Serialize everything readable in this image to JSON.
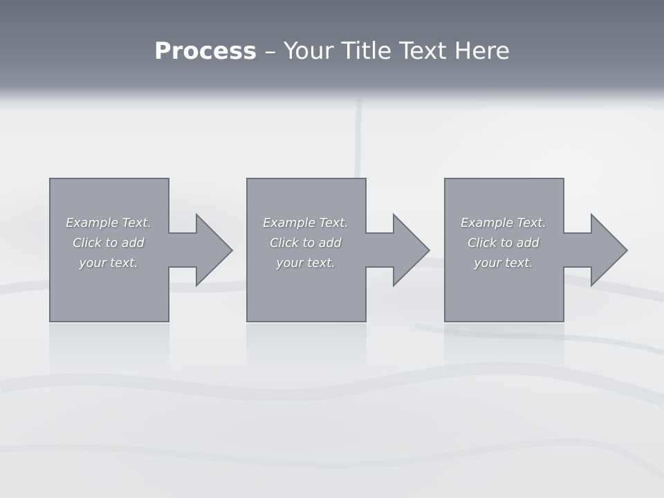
{
  "title": {
    "bold": "Process",
    "rest": " – Your Title Text Here"
  },
  "steps": [
    {
      "line1": "Example Text.",
      "line2": "Click  to add",
      "line3": "your text."
    },
    {
      "line1": "Example Text.",
      "line2": "Click  to add",
      "line3": "your text."
    },
    {
      "line1": "Example Text.",
      "line2": "Click  to add",
      "line3": "your text."
    }
  ],
  "colors": {
    "header": "#7d838d",
    "box_fill": "#9fa4ab",
    "box_border": "#6d7178",
    "text": "#ffffff"
  }
}
